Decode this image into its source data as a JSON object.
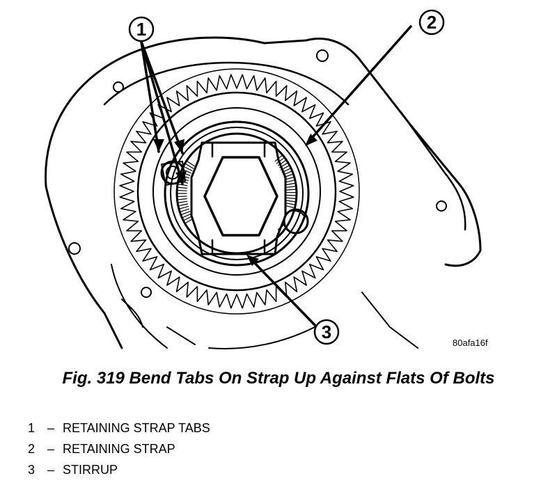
{
  "figure": {
    "code": "80afa16f",
    "caption": "Fig. 319 Bend Tabs On Strap Up Against Flats Of Bolts"
  },
  "callouts": [
    {
      "number": "1",
      "label": "RETAINING STRAP TABS"
    },
    {
      "number": "2",
      "label": "RETAINING STRAP"
    },
    {
      "number": "3",
      "label": "STIRRUP"
    }
  ],
  "legend_separator": "–"
}
